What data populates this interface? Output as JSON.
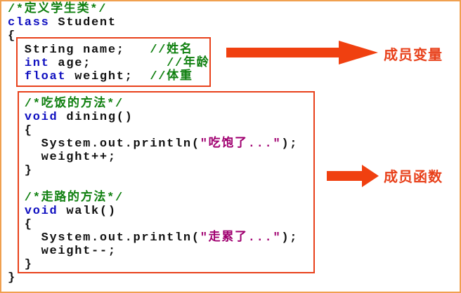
{
  "code": {
    "lines": [
      [
        {
          "t": "/*定义学生类*/",
          "c": "cm"
        }
      ],
      [
        {
          "t": "class",
          "c": "kw"
        },
        {
          "t": " Student",
          "c": ""
        }
      ],
      [
        {
          "t": "{",
          "c": ""
        }
      ],
      [
        {
          "t": "  String name;   ",
          "c": ""
        },
        {
          "t": "//姓名",
          "c": "cm"
        }
      ],
      [
        {
          "t": "  ",
          "c": ""
        },
        {
          "t": "int",
          "c": "kw"
        },
        {
          "t": " age;         ",
          "c": ""
        },
        {
          "t": "//年龄",
          "c": "cm"
        }
      ],
      [
        {
          "t": "  ",
          "c": ""
        },
        {
          "t": "float",
          "c": "kw"
        },
        {
          "t": " weight;  ",
          "c": ""
        },
        {
          "t": "//体重",
          "c": "cm"
        }
      ],
      [],
      [
        {
          "t": "  /*吃饭的方法*/",
          "c": "cm"
        }
      ],
      [
        {
          "t": "  ",
          "c": ""
        },
        {
          "t": "void",
          "c": "kw"
        },
        {
          "t": " dining()",
          "c": ""
        }
      ],
      [
        {
          "t": "  {",
          "c": ""
        }
      ],
      [
        {
          "t": "    System.out.println(",
          "c": ""
        },
        {
          "t": "\"吃饱了...\"",
          "c": "st"
        },
        {
          "t": ");",
          "c": ""
        }
      ],
      [
        {
          "t": "    weight++;",
          "c": ""
        }
      ],
      [
        {
          "t": "  }",
          "c": ""
        }
      ],
      [],
      [
        {
          "t": "  /*走路的方法*/",
          "c": "cm"
        }
      ],
      [
        {
          "t": "  ",
          "c": ""
        },
        {
          "t": "void",
          "c": "kw"
        },
        {
          "t": " walk()",
          "c": ""
        }
      ],
      [
        {
          "t": "  {",
          "c": ""
        }
      ],
      [
        {
          "t": "    System.out.println(",
          "c": ""
        },
        {
          "t": "\"走累了...\"",
          "c": "st"
        },
        {
          "t": ");",
          "c": ""
        }
      ],
      [
        {
          "t": "    weight--;",
          "c": ""
        }
      ],
      [
        {
          "t": "  }",
          "c": ""
        }
      ],
      [
        {
          "t": "}",
          "c": ""
        }
      ]
    ]
  },
  "annotations": {
    "member_variables": "成员变量",
    "member_functions": "成员函数"
  },
  "colors": {
    "accent": "#e8401a",
    "frame": "#f0a050"
  }
}
